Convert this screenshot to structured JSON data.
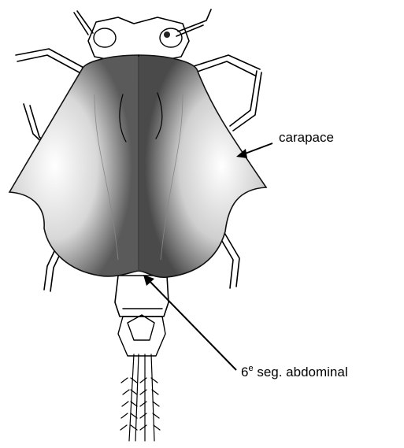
{
  "figure": {
    "labels": {
      "carapace": "carapace",
      "abdominal_prefix": "6",
      "abdominal_sup": "e",
      "abdominal_suffix": " seg. abdominal"
    }
  },
  "colors": {
    "ink": "#000000",
    "background": "#ffffff"
  }
}
